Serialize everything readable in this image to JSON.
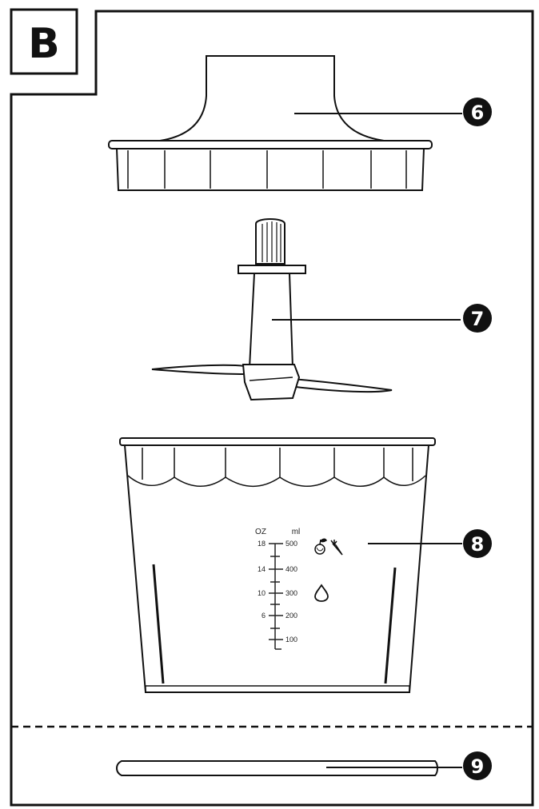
{
  "figure": {
    "panel_label": "B",
    "callouts": [
      {
        "id": "lid",
        "number": "6"
      },
      {
        "id": "blade",
        "number": "7"
      },
      {
        "id": "bowl",
        "number": "8"
      },
      {
        "id": "mat",
        "number": "9"
      }
    ],
    "scale": {
      "oz_heading": "OZ",
      "ml_heading": "ml",
      "oz_ticks": [
        "18",
        "14",
        "10",
        "6"
      ],
      "ml_ticks": [
        "500",
        "400",
        "300",
        "200",
        "100"
      ]
    },
    "colors": {
      "ink": "#111111",
      "paper": "#ffffff"
    },
    "icons": [
      "fruit-icon",
      "carrot-icon",
      "water-drop-icon"
    ]
  }
}
